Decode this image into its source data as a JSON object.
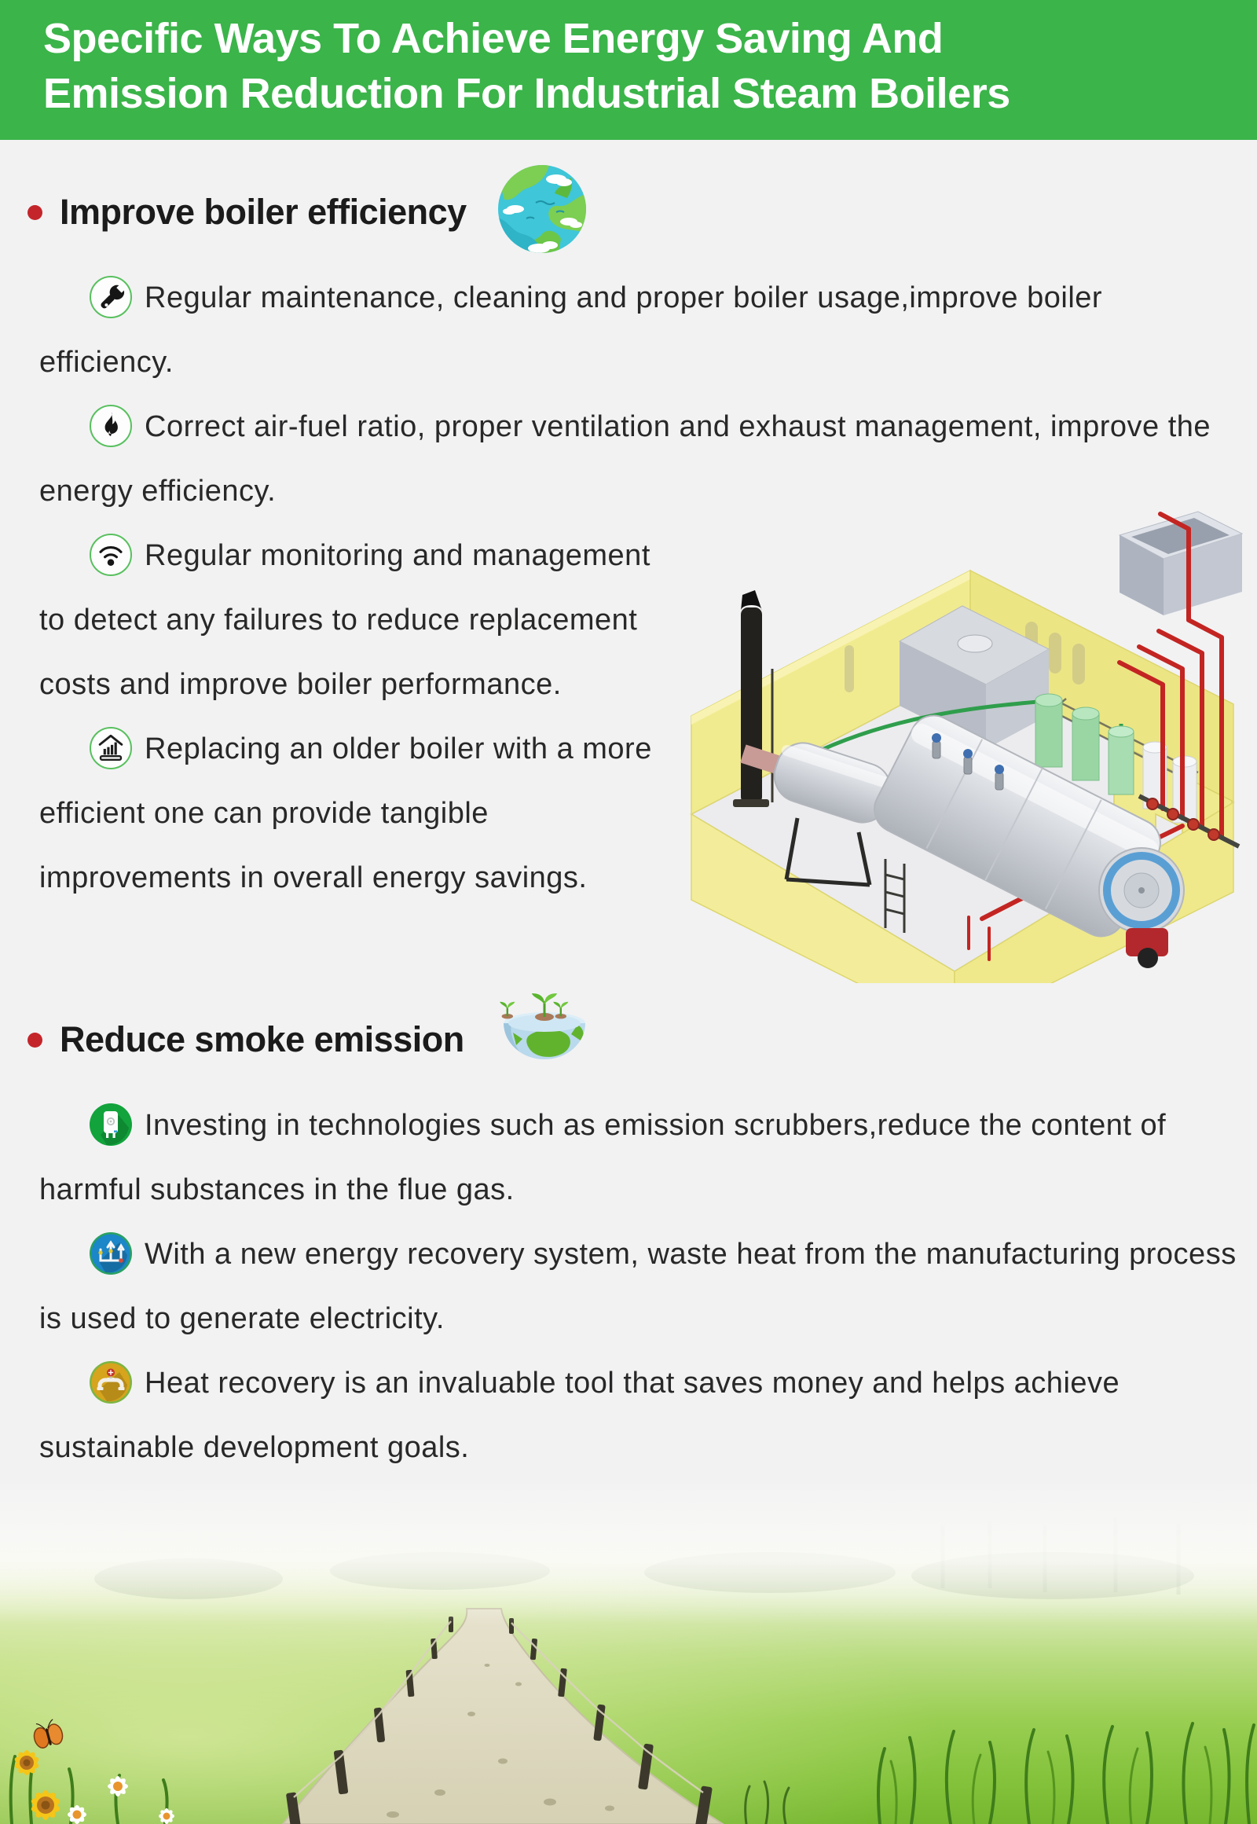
{
  "page": {
    "background": "#f2f2f3"
  },
  "header": {
    "background": "#3bb44a",
    "text_color": "#ffffff",
    "title_line1": "Specific Ways To Achieve Energy Saving And",
    "title_line2": "Emission Reduction For Industrial Steam Boilers"
  },
  "icons": {
    "wrench-icon": "black wrench in white circle with green ring",
    "flame-icon": "black flame in white circle with green ring",
    "monitoring-signal-icon": "wireless signal arcs in white circle with green ring",
    "boiler-upgrade-icon": "roof with rising bars in white circle with green ring",
    "emission-scrubber-icon": "white scrubber unit on green circle",
    "energy-recovery-icon": "white piping diagram on blue circle",
    "heat-recovery-valve-icon": "white pipe with red valve wheel on gold circle",
    "earth-icon": "green and teal planet with clouds",
    "earth-plant-icon": "half planet bowl with sprouting plants"
  },
  "colors": {
    "bullet_red": "#c3252b",
    "icon_ring_green": "#58c05e",
    "scrubber_green": "#12a33c",
    "recovery_blue": "#1b86c8",
    "valve_gold": "#d6a41d"
  },
  "sections": [
    {
      "heading": "Improve boiler efficiency",
      "items": [
        {
          "icon": "wrench-icon",
          "text": "Regular maintenance, cleaning and proper boiler usage,improve boiler efficiency."
        },
        {
          "icon": "flame-icon",
          "text": "Correct air-fuel ratio, proper ventilation and exhaust management, improve the energy efficiency."
        },
        {
          "icon": "monitoring-signal-icon",
          "text": "Regular monitoring and management to detect any failures to reduce replacement costs and improve boiler performance."
        },
        {
          "icon": "boiler-upgrade-icon",
          "text": "Replacing an older boiler with a more efficient one can provide tangible improvements in overall energy savings."
        }
      ]
    },
    {
      "heading": "Reduce smoke emission",
      "items": [
        {
          "icon": "emission-scrubber-icon",
          "text": "Investing in technologies such as emission scrubbers,reduce the content of harmful substances in the flue gas."
        },
        {
          "icon": "energy-recovery-icon",
          "text": "With a new energy recovery system, waste heat from the manufacturing process is used to generate electricity."
        },
        {
          "icon": "heat-recovery-valve-icon",
          "text": "Heat recovery is an invaluable tool that saves money and helps achieve sustainable development goals."
        }
      ]
    }
  ],
  "illustration": {
    "caption": "cutaway 3D boiler room with yellow walls, steam boiler, tanks and red steam pipes"
  },
  "footer_photo": {
    "caption": "green meadow with winding gravel path, rope fence, flowers and butterfly"
  }
}
